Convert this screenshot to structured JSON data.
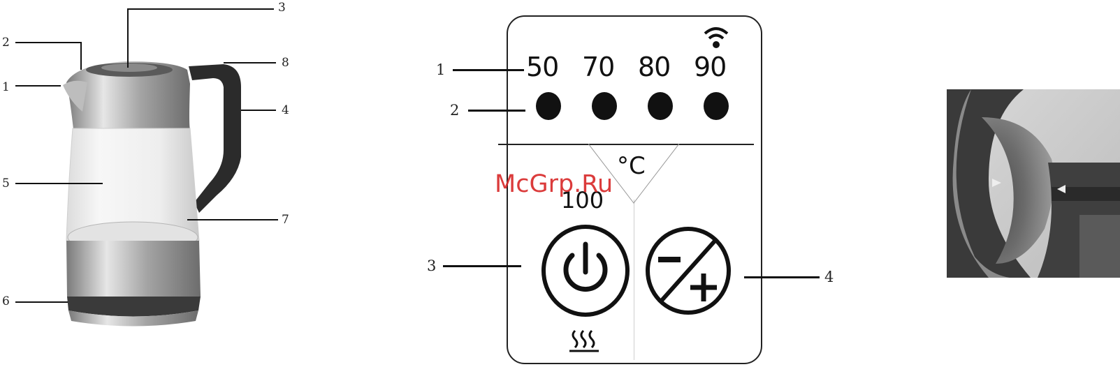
{
  "kettle": {
    "callouts": [
      "1",
      "2",
      "3",
      "4",
      "5",
      "6",
      "7",
      "8"
    ]
  },
  "panel": {
    "callouts": [
      "1",
      "2",
      "3",
      "4"
    ],
    "temperatures": [
      "50",
      "70",
      "80",
      "90"
    ],
    "unit": "°C",
    "boil_label": "100",
    "keep_warm_icon": "heat-waves-icon",
    "power_icon": "power-icon",
    "adjust_icon": "minus-plus-icon",
    "wifi_icon": "wifi-icon"
  },
  "watermark": "McGrp.Ru",
  "colors": {
    "watermark": "#d82b2b",
    "kettle_handle": "#2a2a2a",
    "steel": "#9a9a9a"
  }
}
